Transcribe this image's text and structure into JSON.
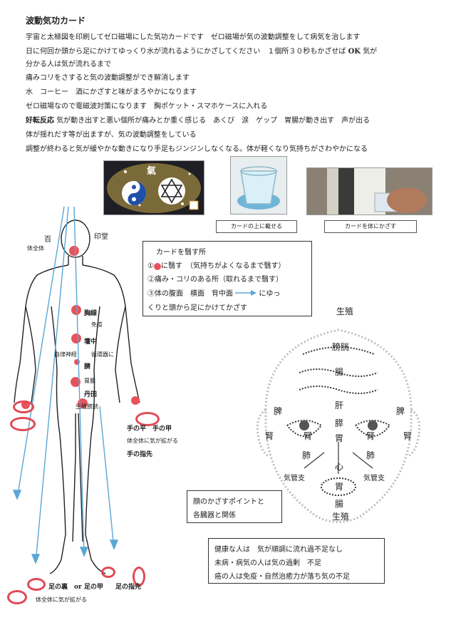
{
  "title": "波動気功カード",
  "lines": [
    "宇宙と太極図を印刷してゼロ磁場にした気功カードです　ゼロ磁場が気の波動調整をして病気を治します",
    "日に何回か頭から足にかけてゆっくり水が流れるようにかざしてください　１個所３０秒もかざせば",
    "分かる人は気が流れるまで",
    "痛みコリをさすると気の波動調整ができ解消します",
    "水　コーヒー　酒にかざすと味がまろやかになります",
    "ゼロ磁場なので電磁波対策になります　胸ポケット・スマホケースに入れる",
    "気が動き出すと悪い個所が痛みとか重く感じる　あくび　涙　ゲップ　胃腸が動き出す　声が出る",
    "体が揺れだす等が出ますが、気の波動調整をしている",
    "調整が終わると気が緩やかな動きになり手足もジンジンしなくなる。体が軽くなり気持ちがさわやかになる"
  ],
  "line1_bold": "OK",
  "line1_tail": "気が",
  "reaction_label": "好転反応",
  "card_kanji": "氣",
  "captions": {
    "on_card": "カードの上に載せる",
    "over_body": "カードを体にかざす"
  },
  "box1": {
    "title": "カードを翳す所",
    "item1_prefix": "①",
    "item1": "に翳す　（気持ちがよくなるまで翳す）",
    "item2": "②痛み・コリのある所（取れるまで翳す）",
    "item3": "③体の腹面　横面　背中面",
    "item3_tail": "にゆっ",
    "item4": "くりと頭から足にかけてかざす"
  },
  "body_labels": {
    "hyakue": "百",
    "inndou": "印堂",
    "zenshin": "体全体",
    "kyousen": "胸線",
    "meneki": "免疫",
    "danchuu": "壇中",
    "jiritsu": "自律神経",
    "junkan": "循環器に",
    "heso": "臍",
    "ichou": "胃腸",
    "tanden": "丹田",
    "seishoku": "生殖膀胱",
    "tenohira": "手の平　手の甲",
    "zenshin2": "体全体に気が拡がる",
    "yubisaki": "手の指先",
    "ashi": "足の裏　or 足の甲",
    "ashi_yubi": "足の指先",
    "zenshin3": "体全体に気が拡がる"
  },
  "face_labels": {
    "seishoku_top": "生殖",
    "boukou": "膀胱",
    "chou_top": "腸",
    "kan": "肝",
    "suizou": "膵",
    "i": "胃",
    "hi_l": "脾",
    "hi_r": "脾",
    "jin_l": "腎",
    "jin_l2": "腎",
    "jin_r": "腎",
    "jin_r2": "腎",
    "hai_l": "肺",
    "hai_r": "肺",
    "shin": "心",
    "kikan_l": "気管支",
    "kikan_r": "気管支",
    "i_mouth": "胃",
    "chou_mouth": "腸",
    "seishoku_bottom": "生殖"
  },
  "box2": [
    "顔のかざすポイントと",
    "各臓器と関係"
  ],
  "box3": [
    "健康な人は　気が順調に流れ過不足なし",
    "未病・病気の人は気の過剰　不足",
    "癌の人は免疫・自然治癒力が落ち気の不足"
  ],
  "colors": {
    "dot": "#e8535b",
    "arrow": "#5aa6d6",
    "card_bg": "#222"
  }
}
